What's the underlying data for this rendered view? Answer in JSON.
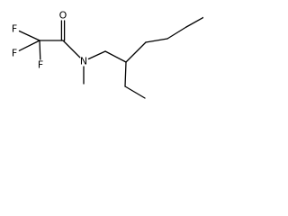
{
  "molecule": {
    "atoms": [
      {
        "id": "F1",
        "element": "F",
        "label": "F"
      },
      {
        "id": "F2",
        "element": "F",
        "label": "F"
      },
      {
        "id": "F3",
        "element": "F",
        "label": "F"
      },
      {
        "id": "C1",
        "element": "C",
        "label": ""
      },
      {
        "id": "C2",
        "element": "C",
        "label": ""
      },
      {
        "id": "O1",
        "element": "O",
        "label": "O"
      },
      {
        "id": "N1",
        "element": "N",
        "label": "N"
      },
      {
        "id": "CM",
        "element": "C",
        "label": ""
      },
      {
        "id": "C3",
        "element": "C",
        "label": ""
      },
      {
        "id": "C4",
        "element": "C",
        "label": ""
      },
      {
        "id": "C5",
        "element": "C",
        "label": ""
      },
      {
        "id": "C6",
        "element": "C",
        "label": ""
      },
      {
        "id": "C7",
        "element": "C",
        "label": ""
      },
      {
        "id": "C8",
        "element": "C",
        "label": ""
      },
      {
        "id": "C9",
        "element": "C",
        "label": ""
      },
      {
        "id": "C10",
        "element": "C",
        "label": ""
      }
    ],
    "bonds": [
      {
        "from": "F1",
        "to": "C1",
        "order": 1
      },
      {
        "from": "F2",
        "to": "C1",
        "order": 1
      },
      {
        "from": "F3",
        "to": "C1",
        "order": 1
      },
      {
        "from": "C1",
        "to": "C2",
        "order": 1
      },
      {
        "from": "C2",
        "to": "O1",
        "order": 2
      },
      {
        "from": "C2",
        "to": "N1",
        "order": 1
      },
      {
        "from": "N1",
        "to": "CM",
        "order": 1
      },
      {
        "from": "N1",
        "to": "C3",
        "order": 1
      },
      {
        "from": "C3",
        "to": "C4",
        "order": 1
      },
      {
        "from": "C4",
        "to": "C5",
        "order": 1
      },
      {
        "from": "C5",
        "to": "C6",
        "order": 1
      },
      {
        "from": "C4",
        "to": "C7",
        "order": 1
      },
      {
        "from": "C7",
        "to": "C8",
        "order": 1
      },
      {
        "from": "C8",
        "to": "C9",
        "order": 1
      },
      {
        "from": "C9",
        "to": "C10",
        "order": 1
      }
    ]
  }
}
